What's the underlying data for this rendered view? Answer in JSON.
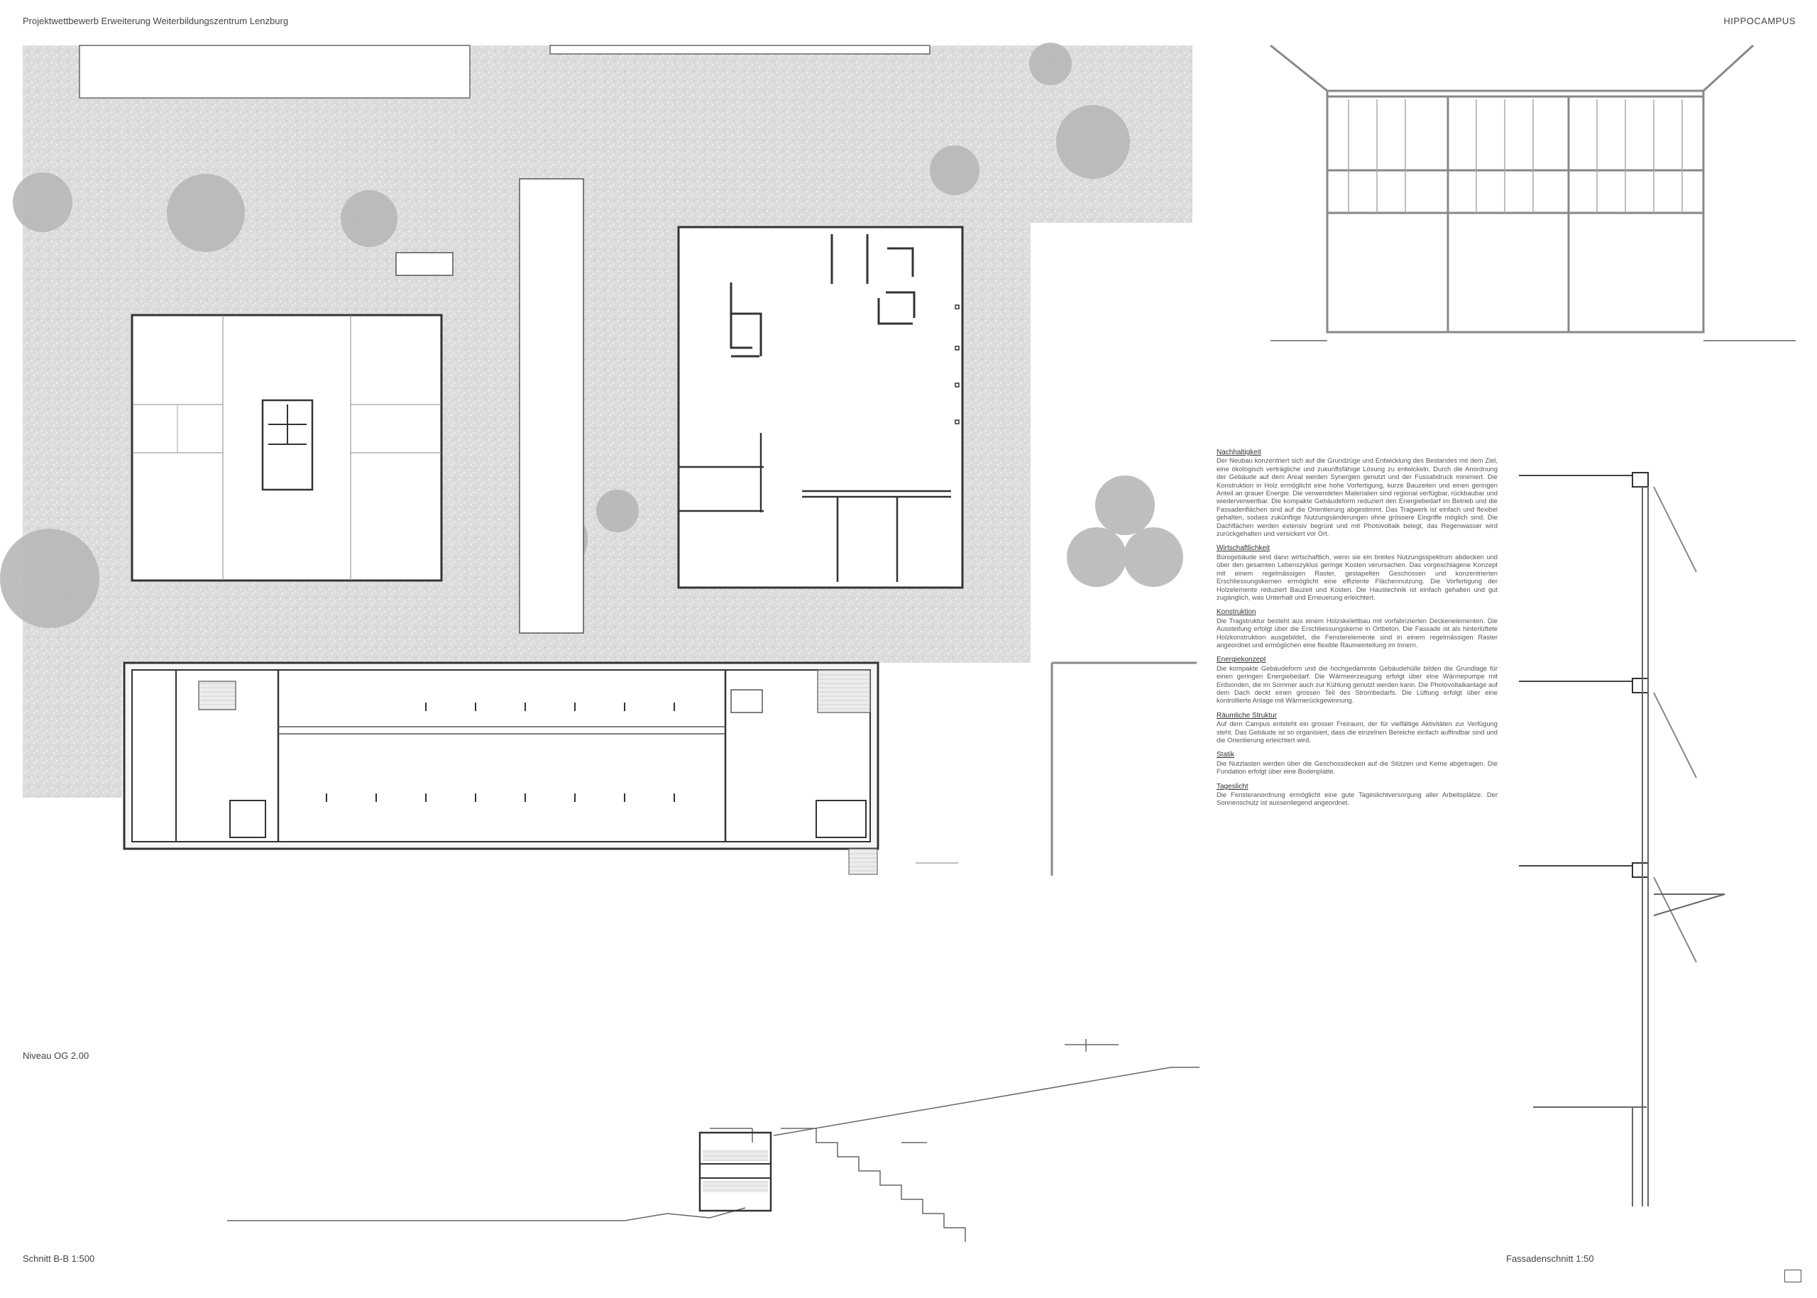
{
  "header": {
    "title": "Projektwettbewerb Erweiterung Weiterbildungszentrum Lenzburg",
    "logo": "HIPPOCAMPUS"
  },
  "labels": {
    "plan": "Niveau OG 2.00",
    "section": "Schnitt B-B 1:500",
    "facade": "Fassadenschnitt 1:50"
  },
  "text_sections": [
    {
      "heading": "Nachhaltigkeit",
      "body": "Der Neubau konzentriert sich auf die Grundzüge und Entwicklung des Bestandes mit dem Ziel, eine ökologisch verträgliche und zukunftsfähige Lösung zu entwickeln. Durch die Anordnung der Gebäude auf dem Areal werden Synergien genutzt und der Fussabdruck minimiert. Die Konstruktion in Holz ermöglicht eine hohe Vorfertigung, kurze Bauzeiten und einen geringen Anteil an grauer Energie. Die verwendeten Materialien sind regional verfügbar, rückbaubar und wiederverwertbar. Die kompakte Gebäudeform reduziert den Energiebedarf im Betrieb und die Fassadenflächen sind auf die Orientierung abgestimmt. Das Tragwerk ist einfach und flexibel gehalten, sodass zukünftige Nutzungsänderungen ohne grössere Eingriffe möglich sind. Die Dachflächen werden extensiv begrünt und mit Photovoltaik belegt, das Regenwasser wird zurückgehalten und versickert vor Ort."
    },
    {
      "heading": "Wirtschaftlichkeit",
      "body": "Bürogebäude sind dann wirtschaftlich, wenn sie ein breites Nutzungsspektrum abdecken und über den gesamten Lebenszyklus geringe Kosten verursachen. Das vorgeschlagene Konzept mit einem regelmässigen Raster, gestapelten Geschossen und konzentrierten Erschliessungskernen ermöglicht eine effiziente Flächennutzung. Die Vorfertigung der Holzelemente reduziert Bauzeit und Kosten. Die Haustechnik ist einfach gehalten und gut zugänglich, was Unterhalt und Erneuerung erleichtert."
    },
    {
      "heading": "Konstruktion",
      "body": "Die Tragstruktur besteht aus einem Holzskelettbau mit vorfabrizierten Deckenelementen. Die Aussteifung erfolgt über die Erschliessungskerne in Ortbeton. Die Fassade ist als hinterlüftete Holzkonstruktion ausgebildet, die Fensterelemente sind in einem regelmässigen Raster angeordnet und ermöglichen eine flexible Raumeinteilung im Innern."
    },
    {
      "heading": "Energiekonzept",
      "body": "Die kompakte Gebäudeform und die hochgedämmte Gebäudehülle bilden die Grundlage für einen geringen Energiebedarf. Die Wärmeerzeugung erfolgt über eine Wärmepumpe mit Erdsonden, die im Sommer auch zur Kühlung genutzt werden kann. Die Photovoltaikanlage auf dem Dach deckt einen grossen Teil des Strombedarfs. Die Lüftung erfolgt über eine kontrollierte Anlage mit Wärmerückgewinnung."
    },
    {
      "heading": "Räumliche Struktur",
      "body": "Auf dem Campus entsteht ein grosser Freiraum, der für vielfältige Aktivitäten zur Verfügung steht. Das Gebäude ist so organisiert, dass die einzelnen Bereiche einfach auffindbar sind und die Orientierung erleichtert wird."
    },
    {
      "heading": "Statik",
      "body": "Die Nutzlasten werden über die Geschossdecken auf die Stützen und Kerne abgetragen. Die Fundation erfolgt über eine Bodenplatte."
    },
    {
      "heading": "Tageslicht",
      "body": "Die Fensteranordnung ermöglicht eine gute Tageslichtversorgung aller Arbeitsplätze. Der Sonnenschutz ist aussenliegend angeordnet."
    }
  ]
}
